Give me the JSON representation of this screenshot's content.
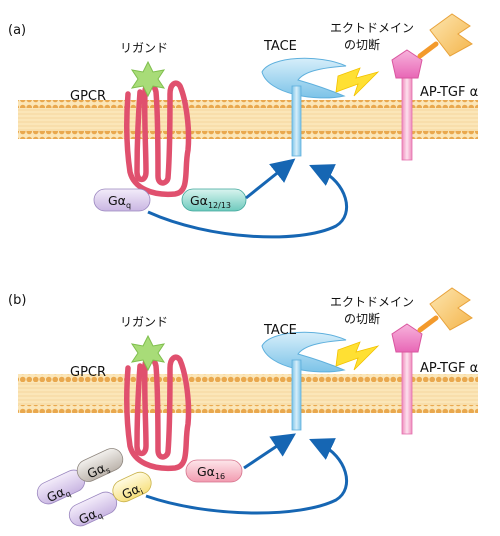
{
  "panels": [
    {
      "label": "(a)",
      "ligand": "リガンド",
      "gpcr": "GPCR",
      "tace": "TACE",
      "shedding_line1": "エクトドメイン",
      "shedding_line2": "の切断",
      "ap_tgfa": "AP-TGF α",
      "galpha_q": {
        "main": "Gα",
        "sub": "q"
      },
      "galpha_12_13": {
        "main": "Gα",
        "sub": "12/13"
      }
    },
    {
      "label": "(b)",
      "ligand": "リガンド",
      "gpcr": "GPCR",
      "tace": "TACE",
      "shedding_line1": "エクトドメイン",
      "shedding_line2": "の切断",
      "ap_tgfa": "AP-TGF α",
      "galpha_q_top": {
        "main": "Gα",
        "sub": "q"
      },
      "galpha_s": {
        "main": "Gα",
        "sub": "s"
      },
      "galpha_q_bottom": {
        "main": "Gα",
        "sub": "q"
      },
      "galpha_i": {
        "main": "Gα",
        "sub": "i"
      },
      "galpha_16": {
        "main": "Gα",
        "sub": "16"
      }
    }
  ],
  "colors": {
    "membrane": "#f6d99a",
    "membrane_bead": "#e9a84e",
    "gpcr": "#e0506e",
    "ligand": "#a8dc78",
    "tace": "#9fd3ee",
    "tgf_stalk": "#f3a2c8",
    "tgf_head": "#ee7cc0",
    "ap_tag": "#f9c56a",
    "bolt": "#ffe033",
    "arrow": "#1666b3",
    "pill_purple": "#ddd0ee",
    "pill_teal": "#8fd8cf",
    "pill_pink": "#f6b5c4",
    "pill_gray": "#d7d2cc",
    "pill_yellow": "#fdf3b5"
  }
}
